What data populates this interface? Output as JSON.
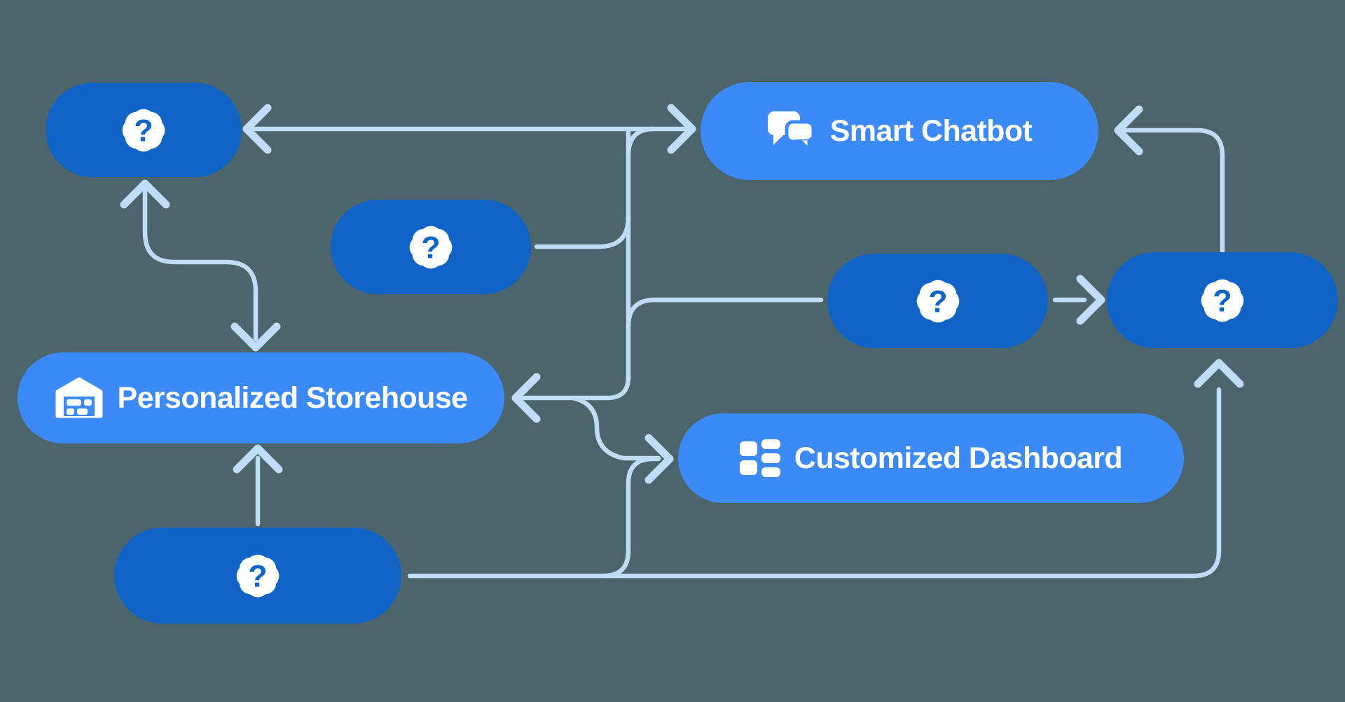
{
  "diagram_type": "flowchart",
  "colors": {
    "background": "#4c646c",
    "node_dark": "#1164c7",
    "node_light": "#3b8af7",
    "connector": "#bfdcf8",
    "text": "#ffffff"
  },
  "glyphs": {
    "question_mark": "?"
  },
  "nodes": {
    "smart_chatbot": {
      "label": "Smart Chatbot",
      "icon": "chat-bubbles-icon",
      "style": "light"
    },
    "personalized_storehouse": {
      "label": "Personalized Storehouse",
      "icon": "warehouse-icon",
      "style": "light"
    },
    "customized_dashboard": {
      "label": "Customized Dashboard",
      "icon": "dashboard-grid-icon",
      "style": "light"
    },
    "unknown_top_left": {
      "label": "?",
      "icon": "question-badge-icon",
      "style": "dark"
    },
    "unknown_middle": {
      "label": "?",
      "icon": "question-badge-icon",
      "style": "dark"
    },
    "unknown_middle_right": {
      "label": "?",
      "icon": "question-badge-icon",
      "style": "dark"
    },
    "unknown_far_right": {
      "label": "?",
      "icon": "question-badge-icon",
      "style": "dark"
    },
    "unknown_bottom_left": {
      "label": "?",
      "icon": "question-badge-icon",
      "style": "dark"
    }
  },
  "edges": [
    {
      "from": "unknown_middle",
      "to": "unknown_top_left"
    },
    {
      "from": "unknown_middle",
      "to": "smart_chatbot"
    },
    {
      "from": "unknown_middle_right",
      "to": "personalized_storehouse"
    },
    {
      "from": "unknown_middle_right",
      "to": "customized_dashboard"
    },
    {
      "from": "unknown_middle_right",
      "to": "unknown_far_right"
    },
    {
      "from": "unknown_bottom_left",
      "to": "personalized_storehouse"
    },
    {
      "from": "unknown_bottom_left",
      "to": "customized_dashboard"
    },
    {
      "from": "unknown_bottom_left",
      "to": "unknown_far_right"
    },
    {
      "from": "unknown_far_right",
      "to": "smart_chatbot"
    },
    {
      "from": "personalized_storehouse",
      "to": "unknown_top_left",
      "bidirectional": true
    }
  ]
}
